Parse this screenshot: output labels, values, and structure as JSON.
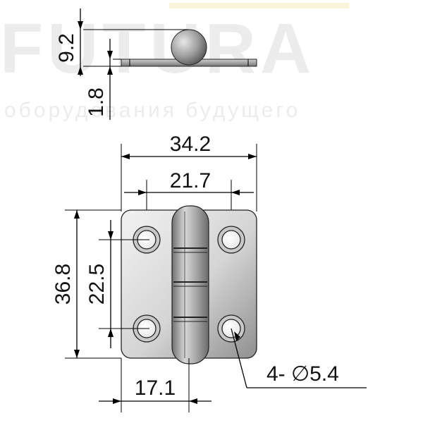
{
  "watermark": {
    "brand": "FUTURA",
    "tagline": "оборудования будущего"
  },
  "side_view": {
    "height_label": "9.2",
    "thickness_label": "1.8"
  },
  "front_view": {
    "width_label": "34.2",
    "hole_spacing_x_label": "21.7",
    "height_label": "36.8",
    "hole_spacing_y_label": "22.5",
    "half_width_label": "17.1",
    "holes_label": "4- ∅5.4"
  },
  "colors": {
    "plate_light": "#e6e6e6",
    "plate_dark": "#8a8a8a",
    "knuckle": "#9a9a9a"
  }
}
